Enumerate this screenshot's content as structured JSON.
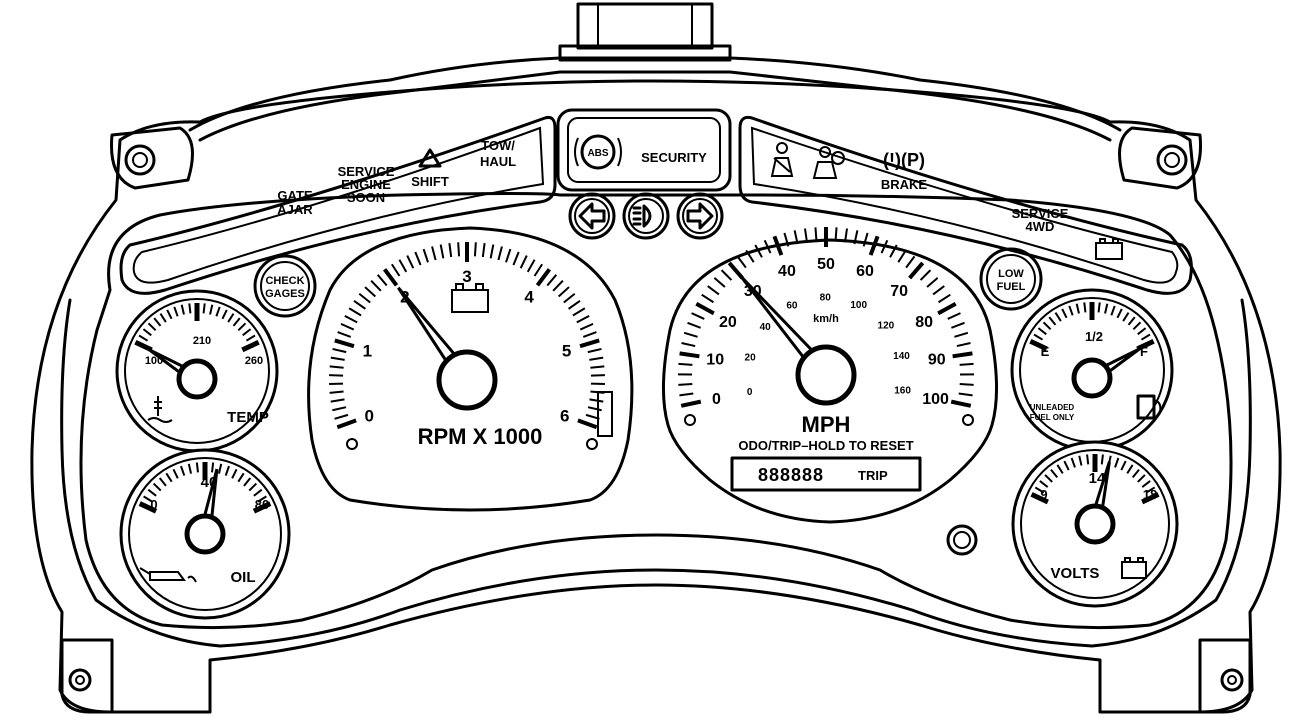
{
  "warnings": {
    "gate_ajar": [
      "GATE",
      "AJAR"
    ],
    "service_engine_soon": [
      "SERVICE",
      "ENGINE",
      "SOON"
    ],
    "shift": "SHIFT",
    "tow_haul": [
      "TOW/",
      "HAUL"
    ],
    "abs": "ABS",
    "security": "SECURITY",
    "brake_symbol": "(!)(P)",
    "brake": "BRAKE",
    "service_4wd": [
      "SERVICE",
      "4WD"
    ],
    "check_gages": [
      "CHECK",
      "GAGES"
    ],
    "low_fuel": [
      "LOW",
      "FUEL"
    ]
  },
  "tachometer": {
    "label": "RPM X 1000",
    "ticks": [
      "0",
      "1",
      "2",
      "3",
      "4",
      "5",
      "6"
    ],
    "min": 0,
    "max": 6,
    "value": 2
  },
  "speedometer": {
    "label": "MPH",
    "mph_ticks": [
      "0",
      "10",
      "20",
      "30",
      "40",
      "50",
      "60",
      "70",
      "80",
      "90",
      "100"
    ],
    "kmh_label": "km/h",
    "kmh_ticks": [
      "0",
      "20",
      "40",
      "60",
      "80",
      "100",
      "120",
      "140",
      "160"
    ],
    "min": 0,
    "max": 100,
    "value": 30,
    "odo_caption": "ODO/TRIP–HOLD TO RESET",
    "odo_digits": "888888",
    "trip_label": "TRIP"
  },
  "temp_gauge": {
    "label": "TEMP",
    "ticks": [
      "100",
      "210",
      "260"
    ],
    "value_fraction": 0.05
  },
  "oil_gauge": {
    "label": "OIL",
    "ticks": [
      "0",
      "40",
      "80"
    ],
    "value_fraction": 0.58
  },
  "fuel_gauge": {
    "empty": "E",
    "half": "1/2",
    "full": "F",
    "note": [
      "UNLEADED",
      "FUEL ONLY"
    ],
    "value_fraction": 0.95
  },
  "volt_gauge": {
    "label": "VOLTS",
    "ticks": [
      "9",
      "14",
      "18"
    ],
    "value_fraction": 0.6
  },
  "colors": {
    "ink": "#000000",
    "paper": "#ffffff"
  }
}
